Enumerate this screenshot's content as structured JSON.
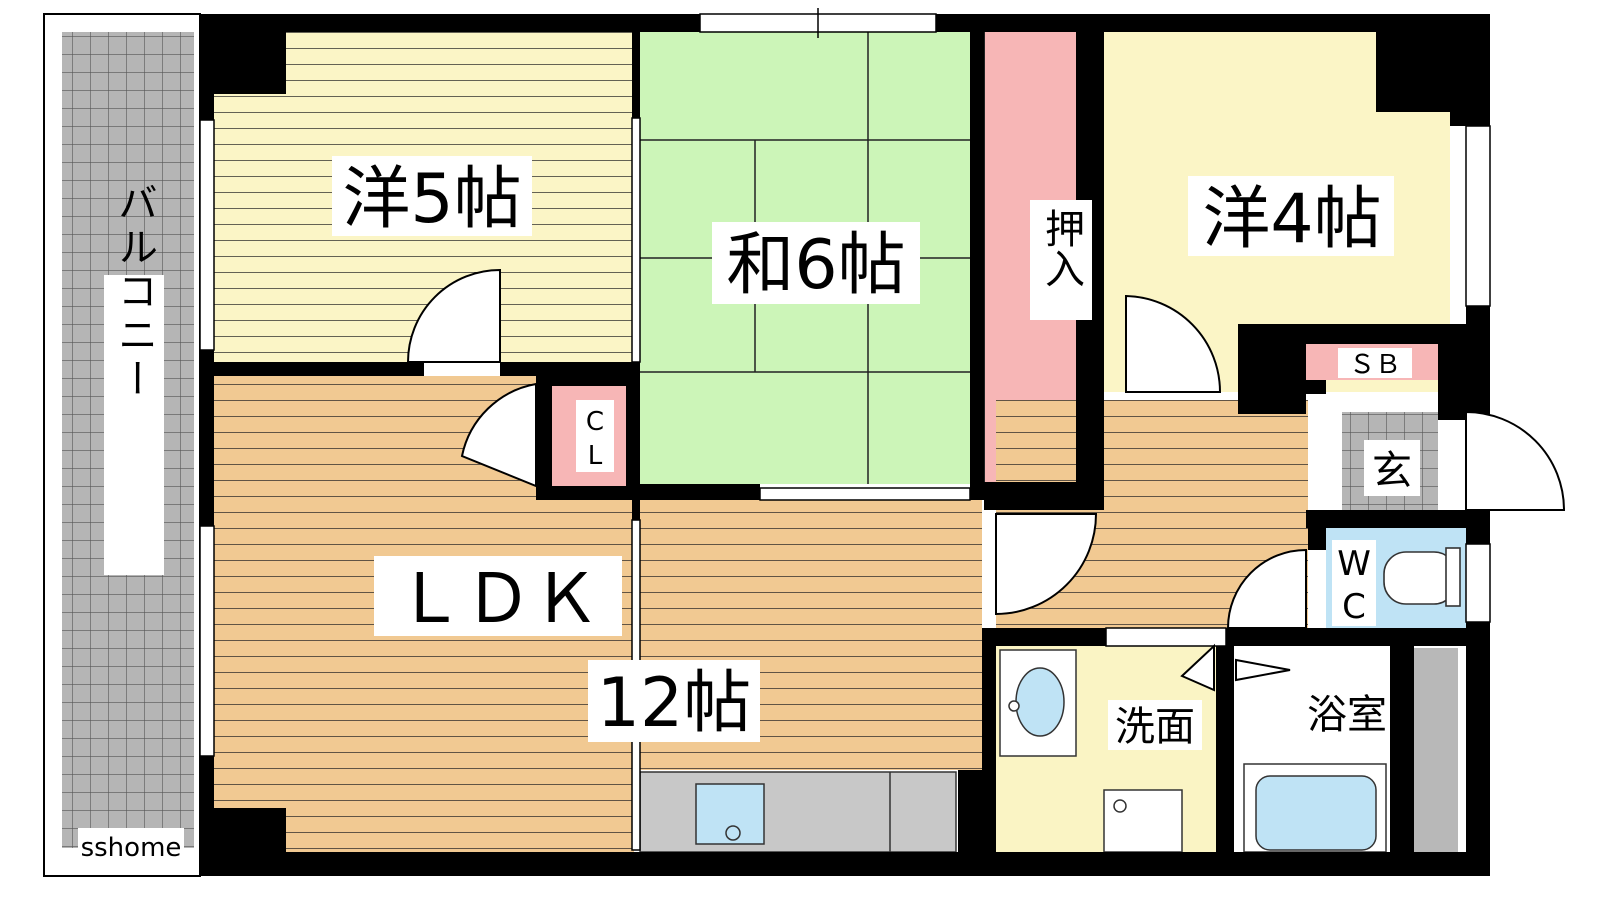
{
  "rooms": {
    "western_5": "洋5帖",
    "japanese_6": "和6帖",
    "western_4": "洋4帖",
    "oshiire": "押入",
    "closet_c": "C",
    "closet_l": "L",
    "shoebox": "ＳＢ",
    "entrance": "玄",
    "wc_w": "W",
    "wc_c": "C",
    "ldk": "ＬＤＫ",
    "ldk_size": "12帖",
    "washroom": "洗面",
    "bathroom": "浴室",
    "balcony": "バルコニー"
  },
  "watermark": "sshome",
  "colors": {
    "wall": "#000000",
    "western_floor": "#fbf5c6",
    "tatami": "#ccf5b8",
    "oshiire": "#f7b6b6",
    "ldk_floor": "#f1c992",
    "balcony": "#b8b8b8",
    "fixture_blue": "#bfe3f5",
    "kitchen_counter": "#c8c8c8",
    "washroom_floor": "#faf4c4"
  }
}
